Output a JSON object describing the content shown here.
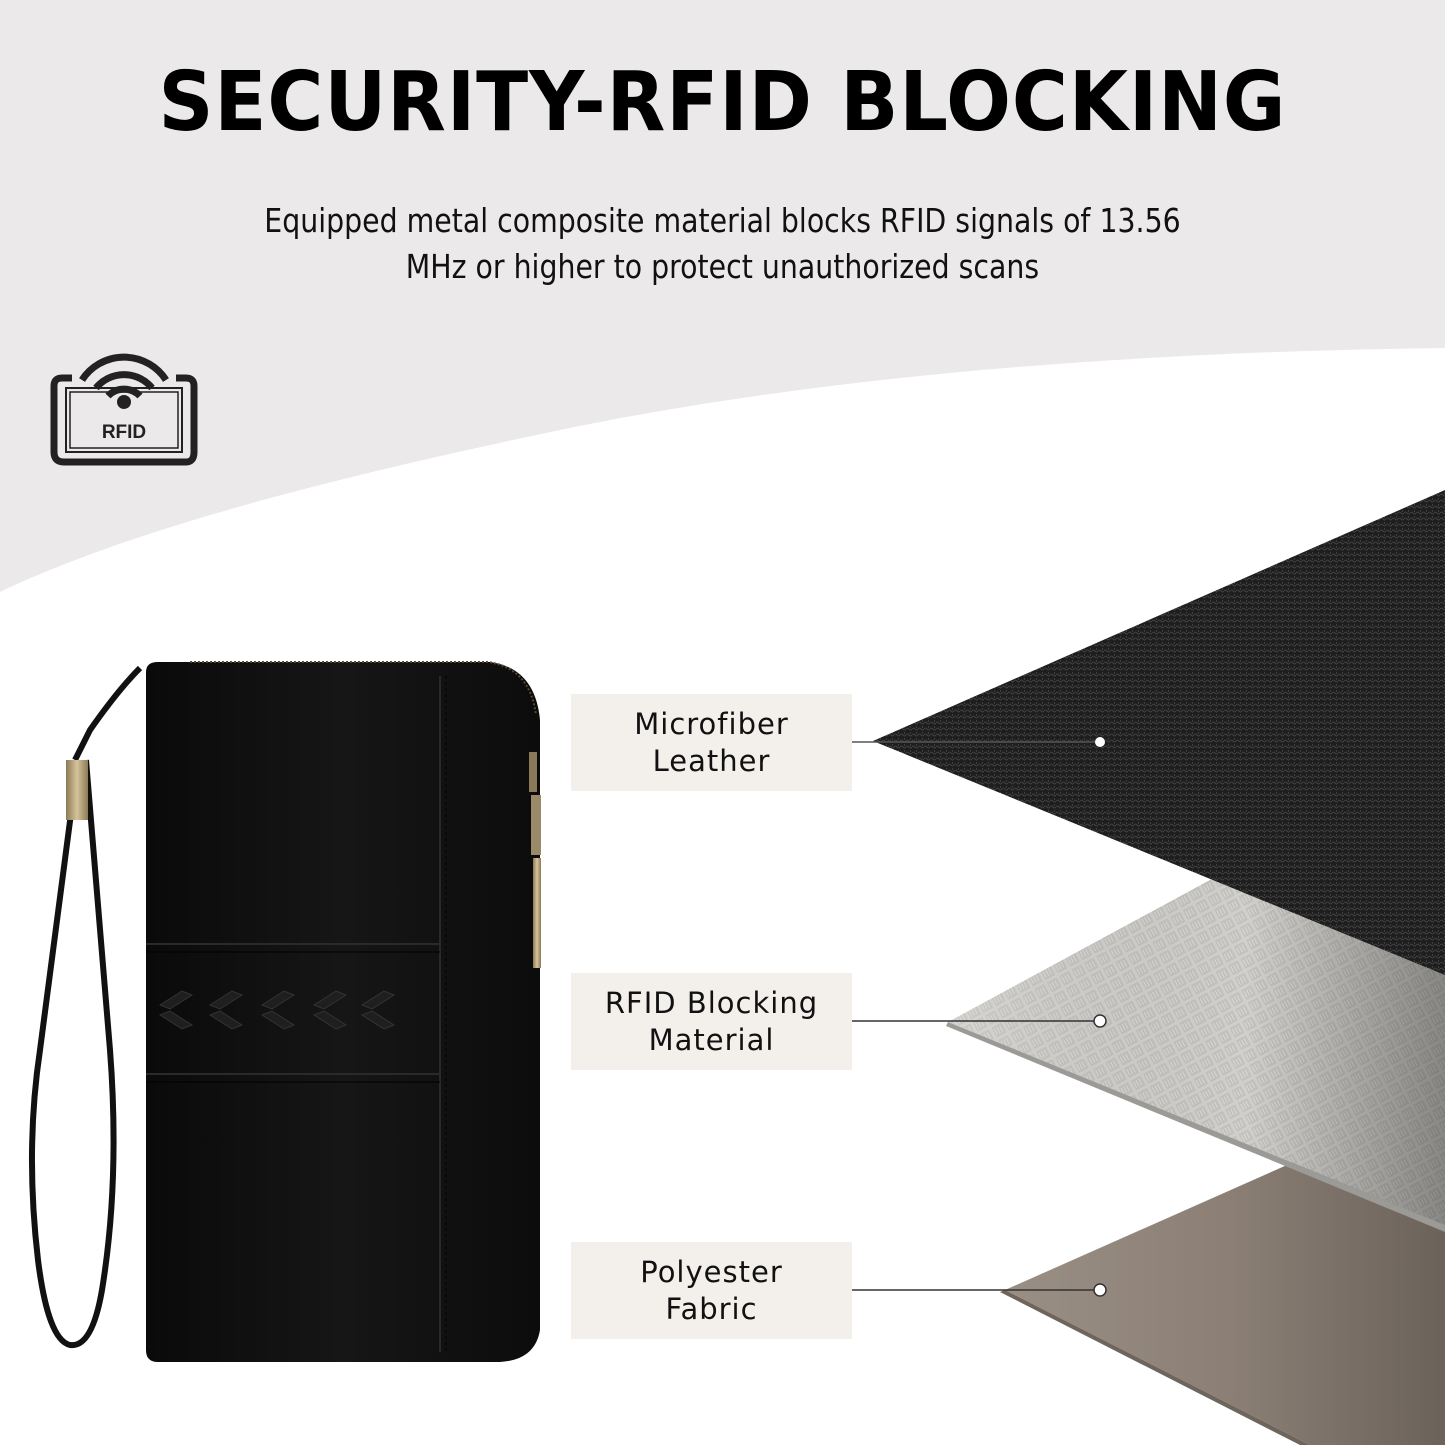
{
  "header": {
    "title": "SECURITY-RFID BLOCKING",
    "subtitle_line1": "Equipped metal composite material blocks RFID signals of 13.56",
    "subtitle_line2": "MHz or higher to protect unauthorized scans"
  },
  "badge": {
    "icon": "rfid-signal-icon",
    "label": "RFID"
  },
  "product": {
    "name": "black-leather-zip-wallet-with-wristlet",
    "color": "#0d0d0d",
    "hardware_color": "#b8a27a"
  },
  "layers": [
    {
      "line1": "Microfiber",
      "line2": "Leather",
      "color": "#1c1c1c"
    },
    {
      "line1": "RFID Blocking",
      "line2": "Material",
      "color": "#c9c7c3"
    },
    {
      "line1": "Polyester",
      "line2": "Fabric",
      "color": "#8f847a"
    }
  ],
  "colors": {
    "top_background": "#ebe9ea",
    "bottom_background": "#ffffff",
    "label_background": "#f3f0eb",
    "text": "#000000"
  }
}
